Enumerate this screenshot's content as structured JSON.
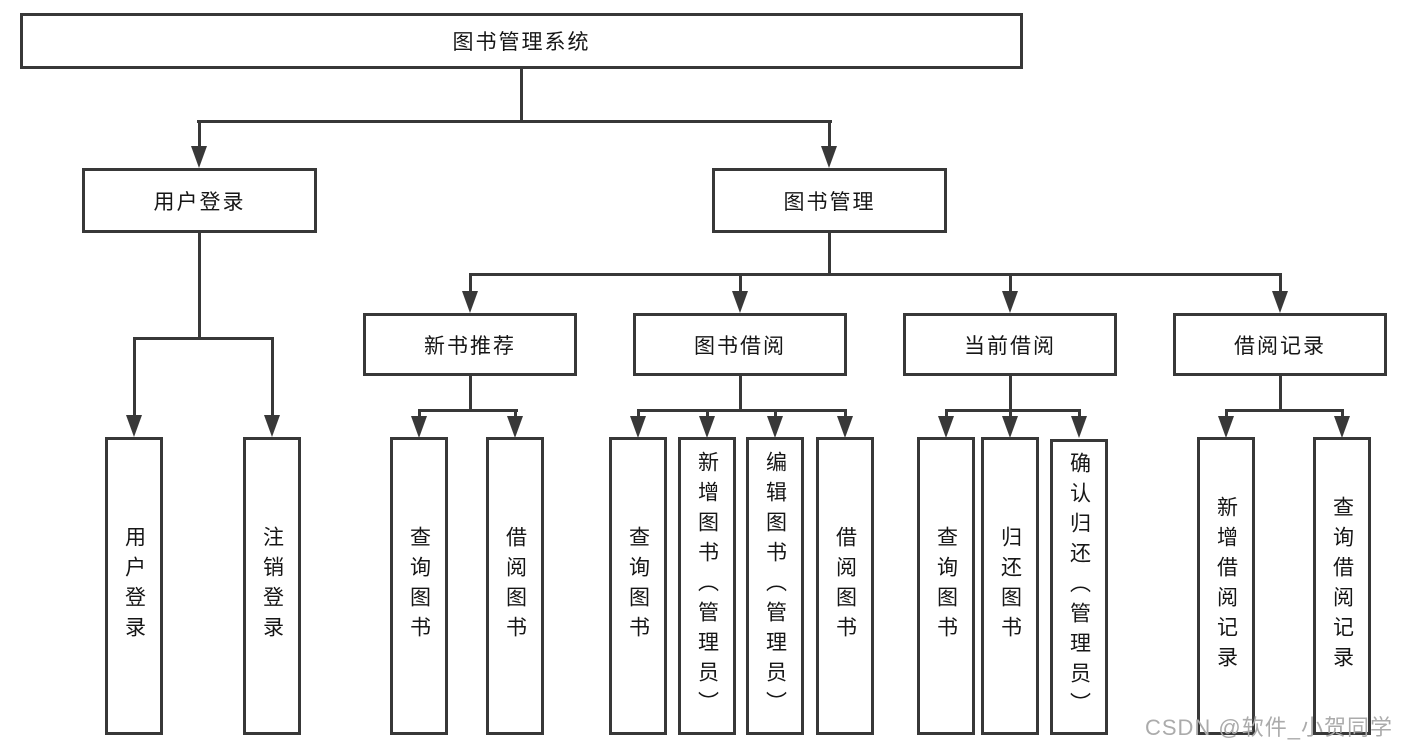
{
  "diagram": {
    "title_node": "图书管理系统",
    "level2": {
      "user_login": "用户登录",
      "book_management": "图书管理"
    },
    "level3": {
      "new_book_recommend": "新书推荐",
      "book_borrow": "图书借阅",
      "current_borrow": "当前借阅",
      "borrow_records": "借阅记录"
    },
    "leaves": {
      "user_login_1": "用户登录",
      "user_login_2": "注销登录",
      "new_book_1": "查询图书",
      "new_book_2": "借阅图书",
      "borrow_1": "查询图书",
      "borrow_2": "新增图书（管理员）",
      "borrow_3": "编辑图书（管理员）",
      "borrow_4": "借阅图书",
      "current_1": "查询图书",
      "current_2": "归还图书",
      "current_3": "确认归还（管理员）",
      "records_1": "新增借阅记录",
      "records_2": "查询借阅记录"
    },
    "watermark": "CSDN @软件_小贺同学",
    "colors": {
      "line": "#383838",
      "watermark": "#ababab",
      "background": "#ffffff"
    }
  }
}
